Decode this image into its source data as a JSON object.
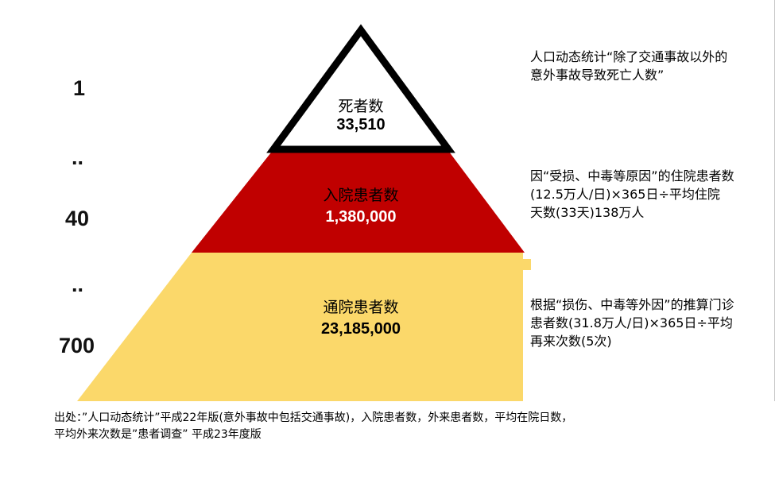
{
  "scale": {
    "top": "1",
    "dots1": "..",
    "mid": "40",
    "dots2": "..",
    "bottom": "700"
  },
  "layers": [
    {
      "title": "死者数",
      "value": "33,510",
      "color": "#ffffff",
      "title_color": "#000000",
      "value_color": "#000000"
    },
    {
      "title": "入院患者数",
      "value": "1,380,000",
      "color": "#c00000",
      "title_color": "#000000",
      "value_color": "#ffffff"
    },
    {
      "title": "通院患者数",
      "value": "23,185,000",
      "color": "#fbd86a",
      "title_color": "#000000",
      "value_color": "#000000"
    }
  ],
  "notes": {
    "top_line1": "人口动态统计“除了交通事故以外的",
    "top_line2": "意外事故导致死亡人数”",
    "mid_line1": "因“受损、中毒等原因”的住院患者数",
    "mid_line2": "(12.5万人/日)×365日÷平均住院",
    "mid_line3": "天数(33天)138万人",
    "bot_line1": "根据“损伤、中毒等外因”的推算门诊",
    "bot_line2": "患者数(31.8万人/日)×365日÷平均",
    "bot_line3": "再来次数(5次)"
  },
  "source": {
    "line1": "出处：”人口动态统计”平成22年版(意外事故中包括交通事故)，入院患者数，外来患者数，平均在院日数，",
    "line2": "平均外来次数是”患者调查” 平成23年度版"
  }
}
